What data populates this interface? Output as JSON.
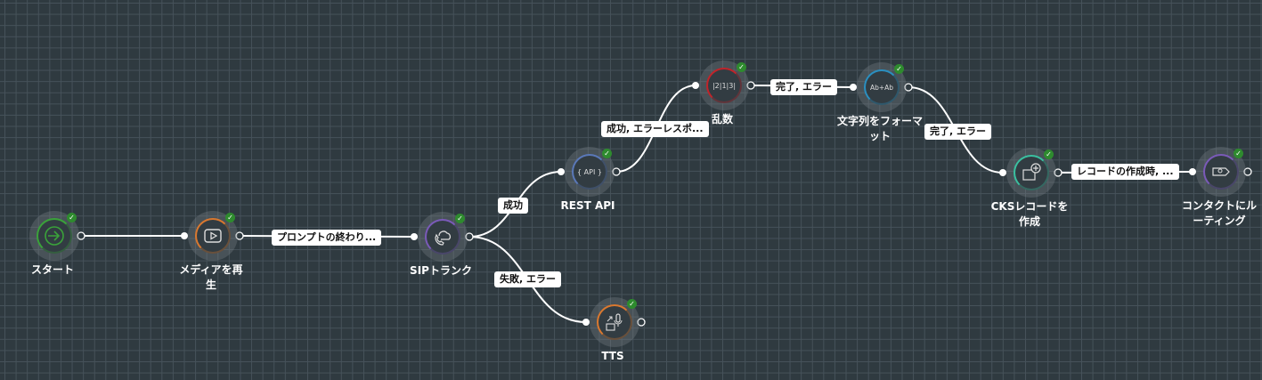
{
  "nodes": [
    {
      "id": "start",
      "label": "スタート",
      "icon": "start-arrow-icon",
      "color": "#3aa23a",
      "status": "success"
    },
    {
      "id": "media",
      "label": "メディアを再生",
      "icon": "play-media-icon",
      "color": "#d9782f",
      "status": "success"
    },
    {
      "id": "sip",
      "label": "SIPトランク",
      "icon": "sip-cloud-phone-icon",
      "color": "#7a5ab8",
      "status": "success"
    },
    {
      "id": "rest",
      "label": "REST API",
      "icon": "api-braces-icon",
      "color": "#5a78b8",
      "status": "success"
    },
    {
      "id": "random",
      "label": "乱数",
      "icon": "random-number-icon",
      "color": "#c0242a",
      "status": "success"
    },
    {
      "id": "format",
      "label": "文字列をフォーマット",
      "icon": "string-format-icon",
      "color": "#2a8fc0",
      "status": "success"
    },
    {
      "id": "cks",
      "label": "CKSレコードを作成",
      "icon": "create-record-icon",
      "color": "#3ac0a0",
      "status": "success"
    },
    {
      "id": "route",
      "label": "コンタクトにルーティング",
      "icon": "route-contact-icon",
      "color": "#7a5ab8",
      "status": "success"
    },
    {
      "id": "tts",
      "label": "TTS",
      "icon": "tts-mic-icon",
      "color": "#d9782f",
      "status": "success"
    }
  ],
  "edges": [
    {
      "from": "start",
      "to": "media",
      "label": ""
    },
    {
      "from": "media",
      "to": "sip",
      "label": "プロンプトの終わり..."
    },
    {
      "from": "sip",
      "to": "rest",
      "label": "成功"
    },
    {
      "from": "sip",
      "to": "tts",
      "label": "失敗, エラー"
    },
    {
      "from": "rest",
      "to": "random",
      "label": "成功, エラーレスポ..."
    },
    {
      "from": "random",
      "to": "format",
      "label": "完了, エラー"
    },
    {
      "from": "format",
      "to": "cks",
      "label": "完了, エラー"
    },
    {
      "from": "cks",
      "to": "route",
      "label": "レコードの作成時, ..."
    }
  ],
  "icons": {
    "check": "✓"
  }
}
